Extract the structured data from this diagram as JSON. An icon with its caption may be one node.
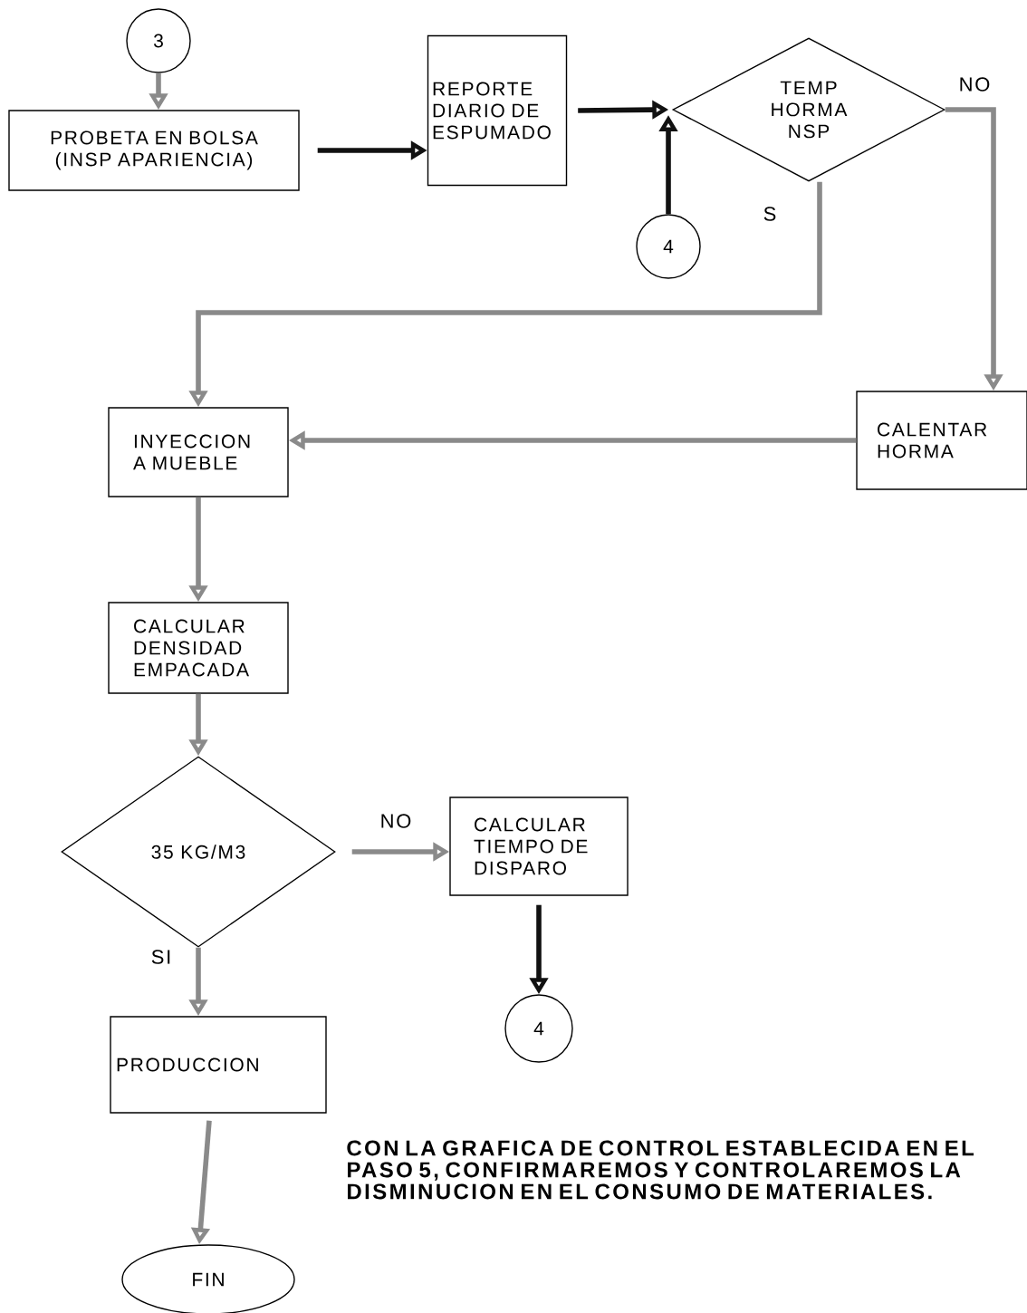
{
  "diagram": {
    "nodes": [
      {
        "text": [
          "3"
        ]
      },
      {
        "text": [
          "PROBETA EN BOLSA (INSP APARIENCIA)"
        ]
      },
      {
        "text": [
          "REPORTE DIARIO DE ESPUMADO"
        ]
      },
      {
        "text": [
          "TEMP HORMA NSP"
        ]
      },
      {
        "text": [
          "4"
        ]
      },
      {
        "text": [
          "CALENTAR HORMA"
        ]
      },
      {
        "text": [
          "INYECCION A MUEBLE"
        ]
      },
      {
        "text": [
          "CALCULAR DENSIDAD EMPACADA"
        ]
      },
      {
        "text": [
          "35 KG/M3"
        ]
      },
      {
        "text": [
          "CALCULAR TIEMPO DE DISPARO"
        ]
      },
      {
        "text": [
          "4"
        ]
      },
      {
        "text": [
          "PRODUCCION"
        ]
      },
      {
        "text": [
          "FIN"
        ]
      }
    ],
    "edges": [
      {
        "from": 0,
        "to": 1,
        "arrow": "to"
      },
      {
        "from": 1,
        "to": 2,
        "arrow": "to",
        "color": "#111111"
      },
      {
        "from": 2,
        "to": 3,
        "arrow": "to",
        "color": "#111111"
      },
      {
        "from": 4,
        "to": 3,
        "arrow": "to",
        "color": "#111111"
      },
      {
        "from": 3,
        "to": 6,
        "arrow": "to",
        "label": "S"
      },
      {
        "from": 3,
        "to": 5,
        "arrow": "to",
        "label": "NO"
      },
      {
        "from": 5,
        "to": 6,
        "arrow": "to"
      },
      {
        "from": 6,
        "to": 7,
        "arrow": "to"
      },
      {
        "from": 7,
        "to": 8,
        "arrow": "to"
      },
      {
        "from": 8,
        "to": 9,
        "arrow": "to",
        "label": "NO"
      },
      {
        "from": 8,
        "to": 11,
        "arrow": "to",
        "label": "SI"
      },
      {
        "from": 9,
        "to": 10,
        "arrow": "to",
        "color": "#111111"
      },
      {
        "from": 11,
        "to": 12,
        "arrow": "to"
      }
    ],
    "labels": [
      "CON LA GRAFICA DE CONTROL ESTABLECIDA EN EL PASO 5, CONFIRMAREMOS Y CONTROLAREMOS LA DISMINUCION EN EL CONSUMO DE MATERIALES."
    ]
  }
}
